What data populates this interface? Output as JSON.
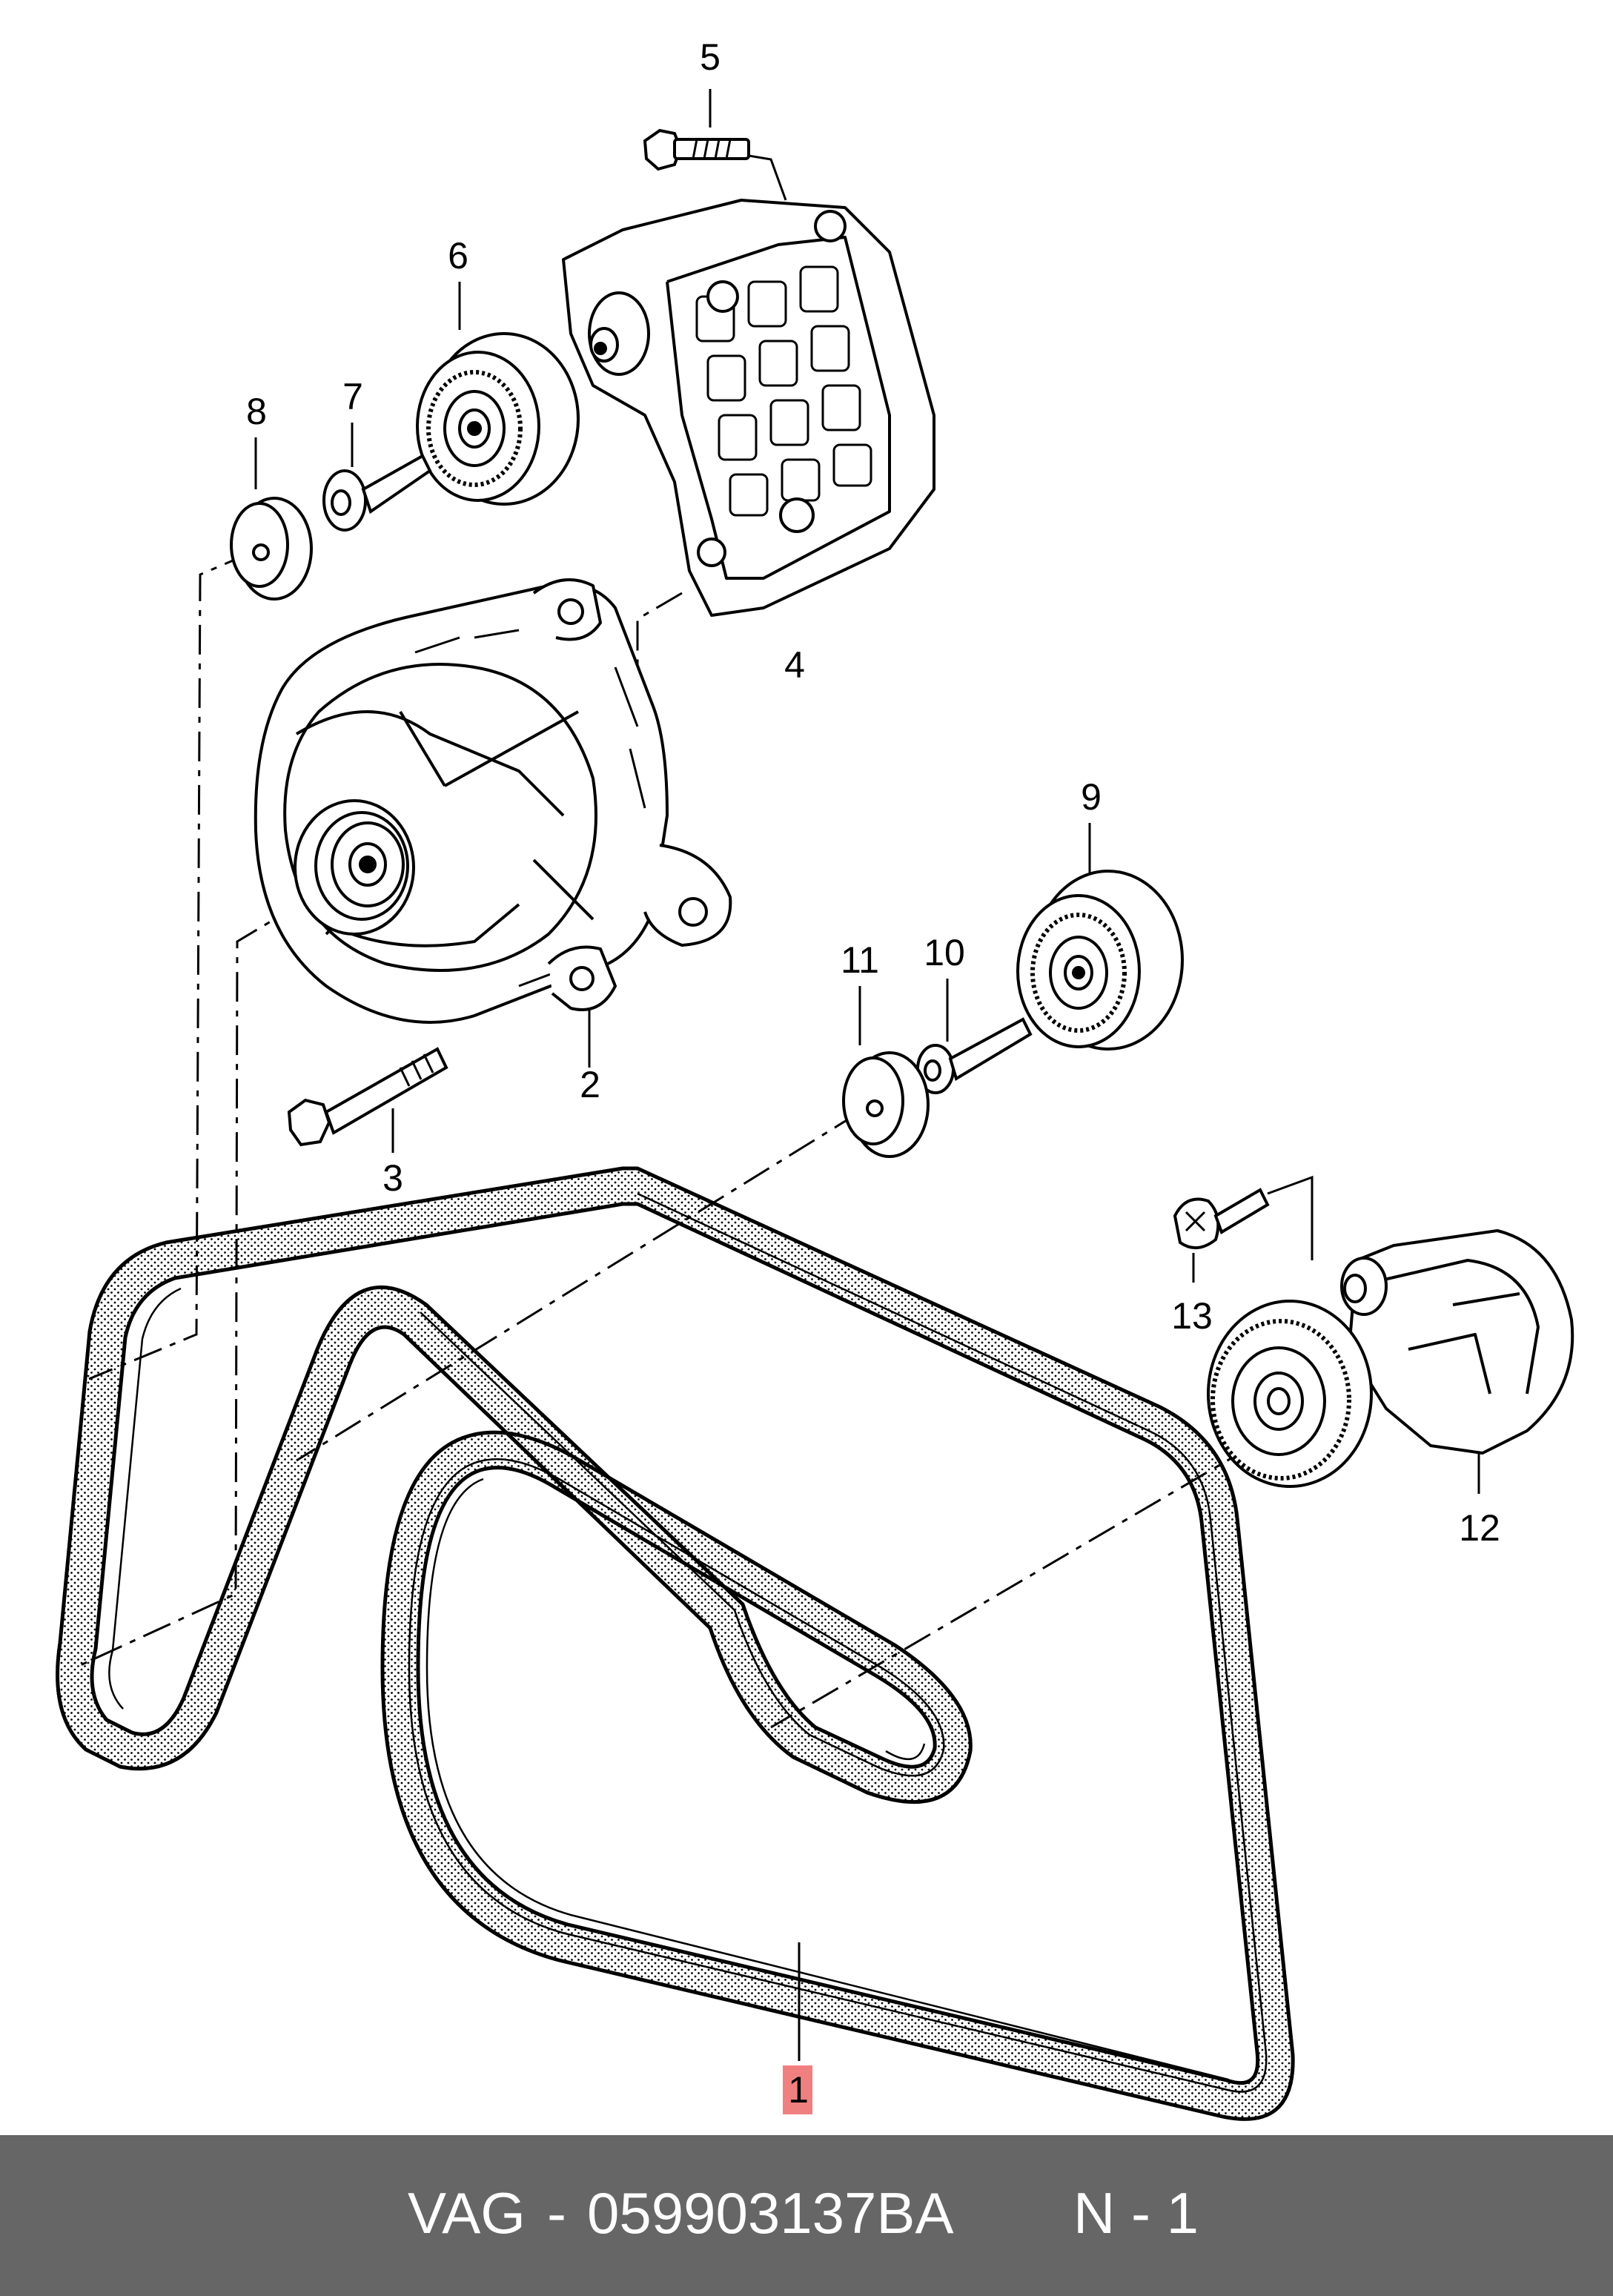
{
  "diagram": {
    "callouts": [
      {
        "key": "c1",
        "label": "1",
        "highlighted": true
      },
      {
        "key": "c2",
        "label": "2"
      },
      {
        "key": "c3",
        "label": "3"
      },
      {
        "key": "c4",
        "label": "4"
      },
      {
        "key": "c5",
        "label": "5"
      },
      {
        "key": "c6",
        "label": "6"
      },
      {
        "key": "c7",
        "label": "7"
      },
      {
        "key": "c8",
        "label": "8"
      },
      {
        "key": "c9",
        "label": "9"
      },
      {
        "key": "c10",
        "label": "10"
      },
      {
        "key": "c11",
        "label": "11"
      },
      {
        "key": "c12",
        "label": "12"
      },
      {
        "key": "c13",
        "label": "13"
      }
    ],
    "highlight_color": "#f08080"
  },
  "footer": {
    "brand": "VAG",
    "separator": "-",
    "part_number": "059903137BA",
    "page": "N - 1",
    "background_color": "#666666"
  }
}
